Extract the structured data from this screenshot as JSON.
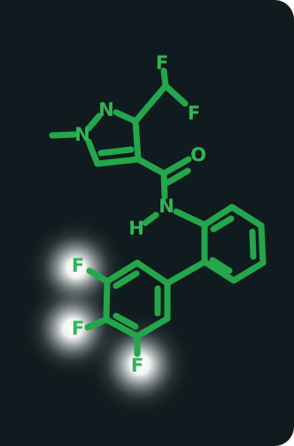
{
  "colors": {
    "background": "#0f1b1e",
    "bond": "#24a74b",
    "atom_label": "#2fb855",
    "glow": "#ffffff"
  },
  "molecule": {
    "atoms": {
      "f_top": "F",
      "f_right": "F",
      "n_ring_top": "N",
      "n_ring_methyl": "N",
      "o_carbonyl": "O",
      "n_amide": "N",
      "h_amide": "H",
      "f_aryl_top": "F",
      "f_aryl_middle": "F",
      "f_aryl_bottom": "F"
    }
  }
}
